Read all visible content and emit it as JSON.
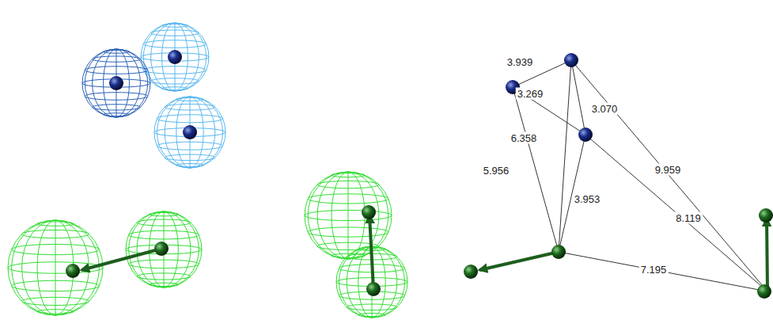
{
  "diagram": {
    "labels": [
      "3.939",
      "3.269",
      "3.070",
      "6.358",
      "5.956",
      "3.953",
      "9.959",
      "8.119",
      "7.195"
    ]
  }
}
